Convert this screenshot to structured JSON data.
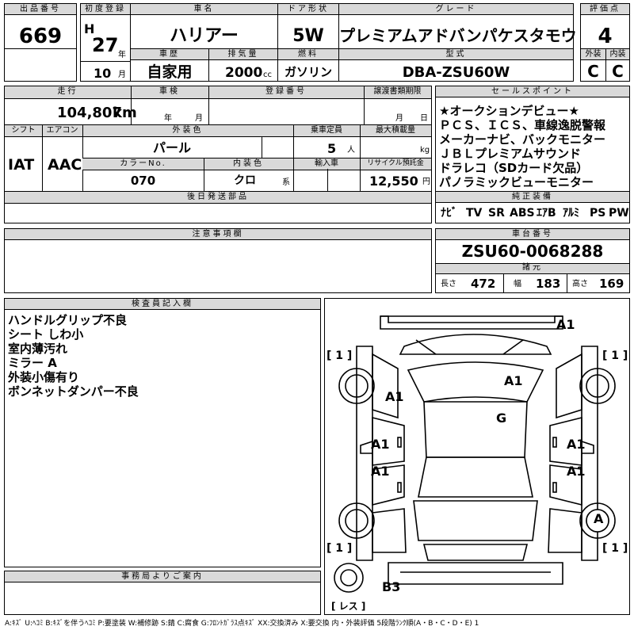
{
  "header": {
    "lot_no_label": "出品番号",
    "lot_no": "669",
    "first_reg_label": "初度登録",
    "era": "H",
    "year": "27",
    "year_unit": "年",
    "month": "10",
    "month_unit": "月",
    "car_name_label": "車名",
    "car_name": "ハリアー",
    "door_label": "ドア形状",
    "door": "5W",
    "grade_label": "グレード",
    "grade": "プレミアムアドバンパケスタモウ",
    "score_label": "評価点",
    "score": "4",
    "history_label": "車歴",
    "history": "自家用",
    "displacement_label": "排気量",
    "displacement": "2000",
    "displacement_unit": "cc",
    "fuel_label": "燃料",
    "fuel": "ガソリン",
    "model_label": "型式",
    "model": "DBA-ZSU60W",
    "ext_grade_label": "外装",
    "ext_grade": "C",
    "int_grade_label": "内装",
    "int_grade": "C"
  },
  "specs": {
    "mileage_label": "走行",
    "mileage": "104,807",
    "mileage_unit": "km",
    "inspection_label": "車検",
    "inspection_year_unit": "年",
    "inspection_month_unit": "月",
    "reg_no_label": "登録番号",
    "transfer_label": "譲渡書類期限",
    "transfer_month_unit": "月",
    "transfer_day_unit": "日",
    "shift_label": "シフト",
    "shift": "IAT",
    "aircon_label": "エアコン",
    "aircon": "AAC",
    "ext_color_label": "外装色",
    "ext_color": "パール",
    "capacity_label": "乗車定員",
    "capacity": "5",
    "capacity_unit": "人",
    "max_load_label": "最大積載量",
    "max_load_unit": "kg",
    "color_no_label": "カラーNo.",
    "color_no": "070",
    "int_color_label": "内装色",
    "int_color": "クロ",
    "int_color_unit": "系",
    "import_label": "輸入車",
    "recycle_label": "リサイクル預託金",
    "recycle": "12,550",
    "recycle_unit": "円",
    "later_parts_label": "後日発送部品"
  },
  "sales_points": {
    "label": "セールスポイント",
    "lines": [
      "★オークションデビュー★",
      "ＰＣＳ、ＩＣＳ、車線逸脱警報",
      "メーカーナビ、バックモニター",
      "ＪＢＬプレミアムサウンド",
      "ドラレコ（SDカード欠品）",
      "パノラミックビューモニター"
    ]
  },
  "equipment": {
    "label": "純正装備",
    "items": [
      "ﾅﾋﾞ",
      "TV",
      "SR",
      "ABS",
      "ｴｱB",
      "ｱﾙﾐ",
      "PS",
      "PW"
    ]
  },
  "notes": {
    "label": "注意事項欄"
  },
  "chassis": {
    "label": "車台番号",
    "number": "ZSU60-0068288",
    "dims_label": "諸元",
    "length_label": "長さ",
    "length": "472",
    "width_label": "幅",
    "width": "183",
    "height_label": "高さ",
    "height": "169"
  },
  "inspector": {
    "label": "検査員記入欄",
    "lines": [
      "ハンドルグリップ不良",
      "シート しわ小",
      "室内薄汚れ",
      "ミラー A",
      "外装小傷有り",
      "ボンネットダンパー不良"
    ]
  },
  "office": {
    "label": "事務局よりご案内"
  },
  "diagram": {
    "marks": {
      "front": "A1",
      "fl_fender": "A1",
      "hood": "A1",
      "roof": "G",
      "fl_door": "A1",
      "rl_door": "A1",
      "fr_door": "A1",
      "rr_door": "A1",
      "rr_wheel": "A",
      "rear": "B3"
    },
    "tire_fl": "[ 1 ]",
    "tire_fr": "[ 1 ]",
    "tire_rl": "[ 1 ]",
    "tire_rr": "[ 1 ]",
    "spare": "[ レス ]"
  },
  "legend": "A:ｷｽﾞ U:ﾍｺﾐ B:ｷｽﾞを伴うﾍｺﾐ P:要塗装 W:補修跡 S:錆 C:腐食 G:ﾌﾛﾝﾄｶﾞﾗｽ点ｷｽﾞ XX:交換済み X:要交換 内・外装評価 5段階ﾗﾝｸ順(A・B・C・D・E) 1"
}
